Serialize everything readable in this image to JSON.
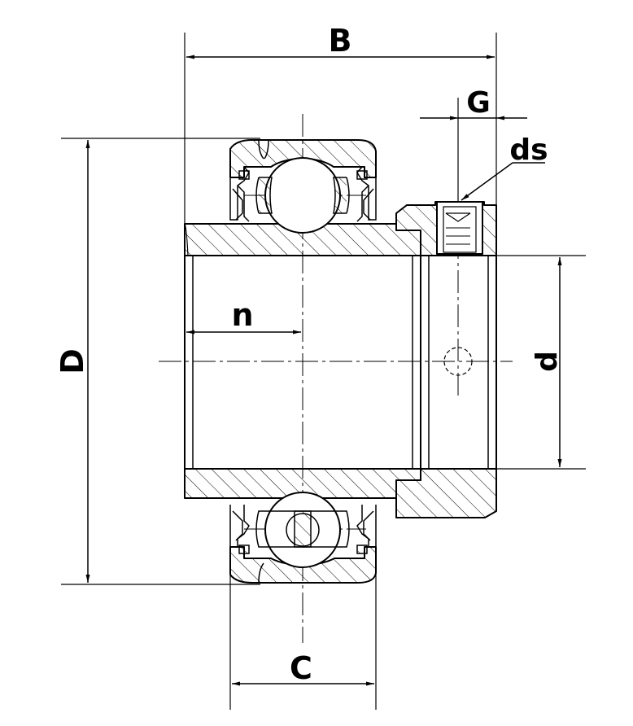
{
  "labels": {
    "B": "B",
    "G": "G",
    "ds": "ds",
    "D": "D",
    "d": "d",
    "n": "n",
    "C": "C"
  }
}
